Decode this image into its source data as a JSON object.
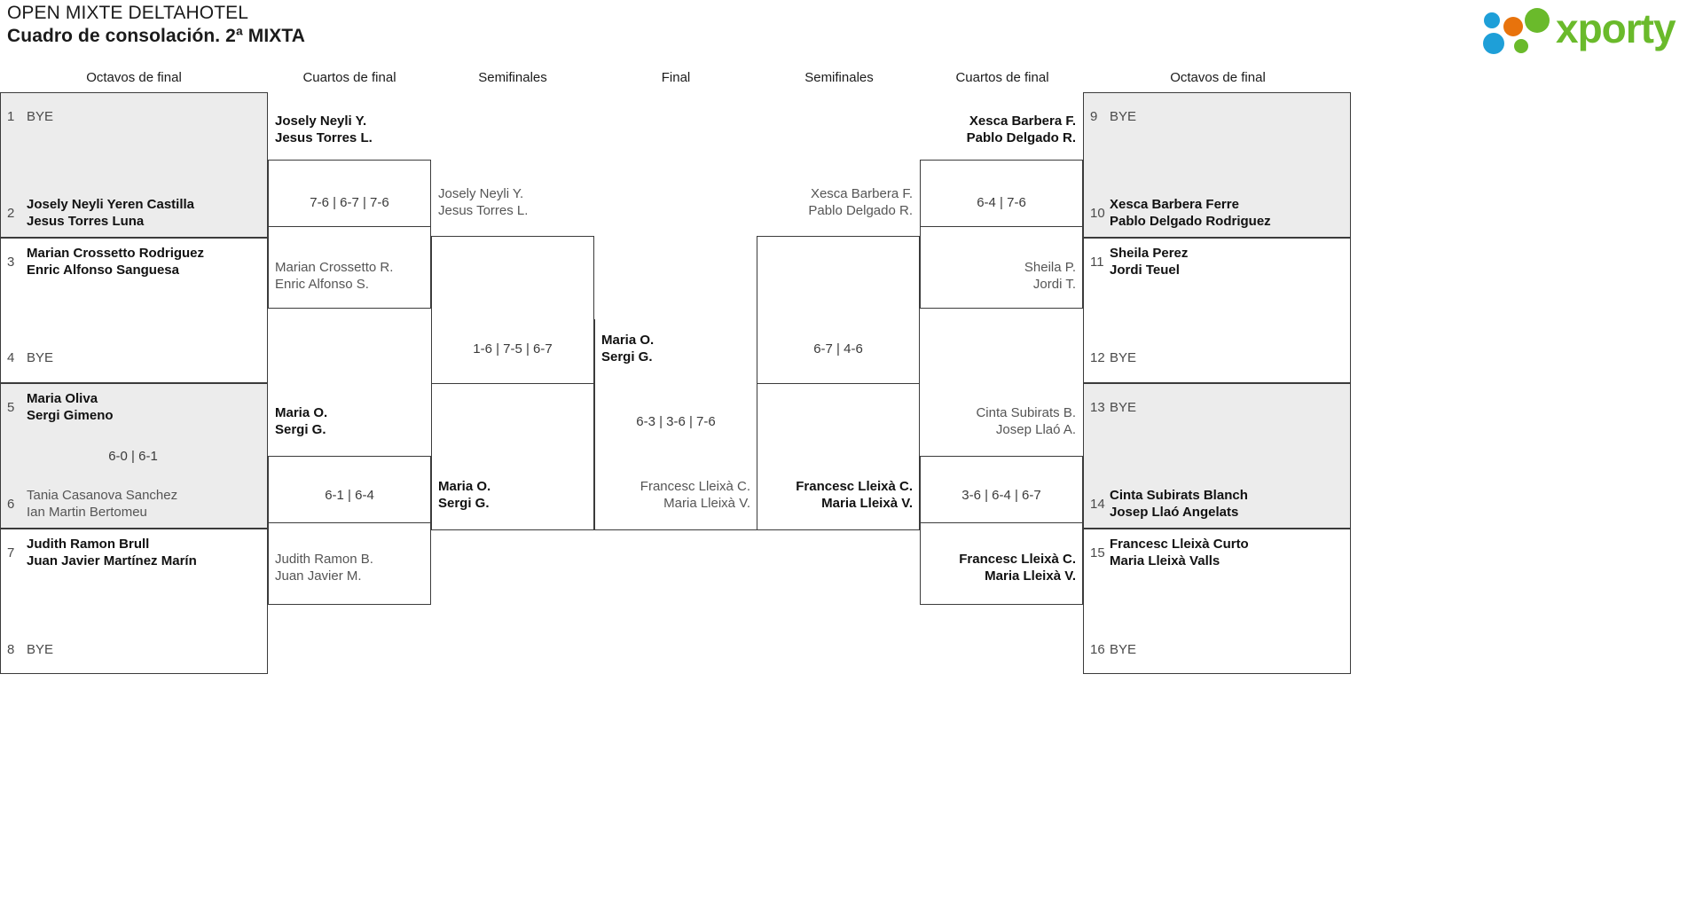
{
  "header": {
    "tournament": "OPEN MIXTE DELTAHOTEL",
    "subtitle": "Cuadro de consolación. 2ª MIXTA",
    "logo_text": "xporty",
    "logo_colors": {
      "green": "#6aba2b",
      "blue": "#1e9fd8",
      "orange": "#e8730c"
    }
  },
  "round_headers": {
    "left_r16": "Octavos de final",
    "left_qf": "Cuartos de final",
    "left_sf": "Semifinales",
    "final": "Final",
    "right_sf": "Semifinales",
    "right_qf": "Cuartos de final",
    "right_r16": "Octavos de final"
  },
  "bracket_data": {
    "type": "bracket",
    "left": {
      "r16": [
        {
          "seed": "1",
          "names": "BYE",
          "state": "bye"
        },
        {
          "seed": "2",
          "names": [
            "Josely Neyli Yeren Castilla",
            "Jesus Torres Luna"
          ],
          "state": "win"
        },
        {
          "seed": "3",
          "names": [
            "Marian Crossetto Rodriguez",
            "Enric Alfonso Sanguesa"
          ],
          "state": "win"
        },
        {
          "seed": "4",
          "names": "BYE",
          "state": "bye"
        },
        {
          "seed": "5",
          "names": [
            "Maria Oliva",
            "Sergi Gimeno"
          ],
          "state": "win"
        },
        {
          "seed": "6",
          "names": [
            "Tania Casanova Sanchez",
            "Ian Martin Bertomeu"
          ],
          "state": "lose"
        },
        {
          "seed": "7",
          "names": [
            "Judith Ramon Brull",
            "Juan Javier Martínez Marín"
          ],
          "state": "win"
        },
        {
          "seed": "8",
          "names": "BYE",
          "state": "bye"
        }
      ],
      "r16_scores": [
        "",
        "6-0 | 6-1",
        ""
      ],
      "qf": [
        {
          "names": [
            "Josely Neyli Y.",
            "Jesus Torres L."
          ],
          "state": "win"
        },
        {
          "names": [
            "Marian Crossetto R.",
            "Enric Alfonso S."
          ],
          "state": "lose"
        },
        {
          "names": [
            "Maria O.",
            "Sergi G."
          ],
          "state": "win"
        },
        {
          "names": [
            "Judith Ramon B.",
            "Juan Javier M."
          ],
          "state": "lose"
        }
      ],
      "qf_scores": [
        "7-6 | 6-7 | 7-6",
        "6-1 | 6-4"
      ],
      "sf": [
        {
          "names": [
            "Josely Neyli Y.",
            "Jesus Torres L."
          ],
          "state": "lose"
        },
        {
          "names": [
            "Maria O.",
            "Sergi G."
          ],
          "state": "win"
        }
      ],
      "sf_score": "1-6 | 7-5 | 6-7"
    },
    "final": {
      "left_finalist": {
        "names": [
          "Maria O.",
          "Sergi G."
        ],
        "state": "win"
      },
      "right_finalist": {
        "names": [
          "Francesc Lleixà C.",
          "Maria Lleixà V."
        ],
        "state": "lose"
      },
      "score": "6-3 | 3-6 | 7-6"
    },
    "right": {
      "r16": [
        {
          "seed": "9",
          "names": "BYE",
          "state": "bye"
        },
        {
          "seed": "10",
          "names": [
            "Xesca Barbera Ferre",
            "Pablo Delgado Rodriguez"
          ],
          "state": "win"
        },
        {
          "seed": "11",
          "names": [
            "Sheila Perez",
            "Jordi Teuel"
          ],
          "state": "win"
        },
        {
          "seed": "12",
          "names": "BYE",
          "state": "bye"
        },
        {
          "seed": "13",
          "names": "BYE",
          "state": "bye"
        },
        {
          "seed": "14",
          "names": [
            "Cinta Subirats Blanch",
            "Josep Llaó Angelats"
          ],
          "state": "win"
        },
        {
          "seed": "15",
          "names": [
            "Francesc Lleixà Curto",
            "Maria Lleixà Valls"
          ],
          "state": "win"
        },
        {
          "seed": "16",
          "names": "BYE",
          "state": "bye"
        }
      ],
      "qf": [
        {
          "names": [
            "Xesca Barbera F.",
            "Pablo Delgado R."
          ],
          "state": "win"
        },
        {
          "names": [
            "Sheila P.",
            "Jordi T."
          ],
          "state": "lose"
        },
        {
          "names": [
            "Cinta Subirats B.",
            "Josep Llaó A."
          ],
          "state": "lose"
        },
        {
          "names": [
            "Francesc Lleixà C.",
            "Maria Lleixà V."
          ],
          "state": "win"
        }
      ],
      "qf_scores": [
        "6-4 | 7-6",
        "3-6 | 6-4 | 6-7"
      ],
      "sf": [
        {
          "names": [
            "Xesca Barbera F.",
            "Pablo Delgado R."
          ],
          "state": "lose"
        },
        {
          "names": [
            "Francesc Lleixà C.",
            "Maria Lleixà V."
          ],
          "state": "win"
        }
      ],
      "sf_score": "6-7 | 4-6"
    }
  }
}
